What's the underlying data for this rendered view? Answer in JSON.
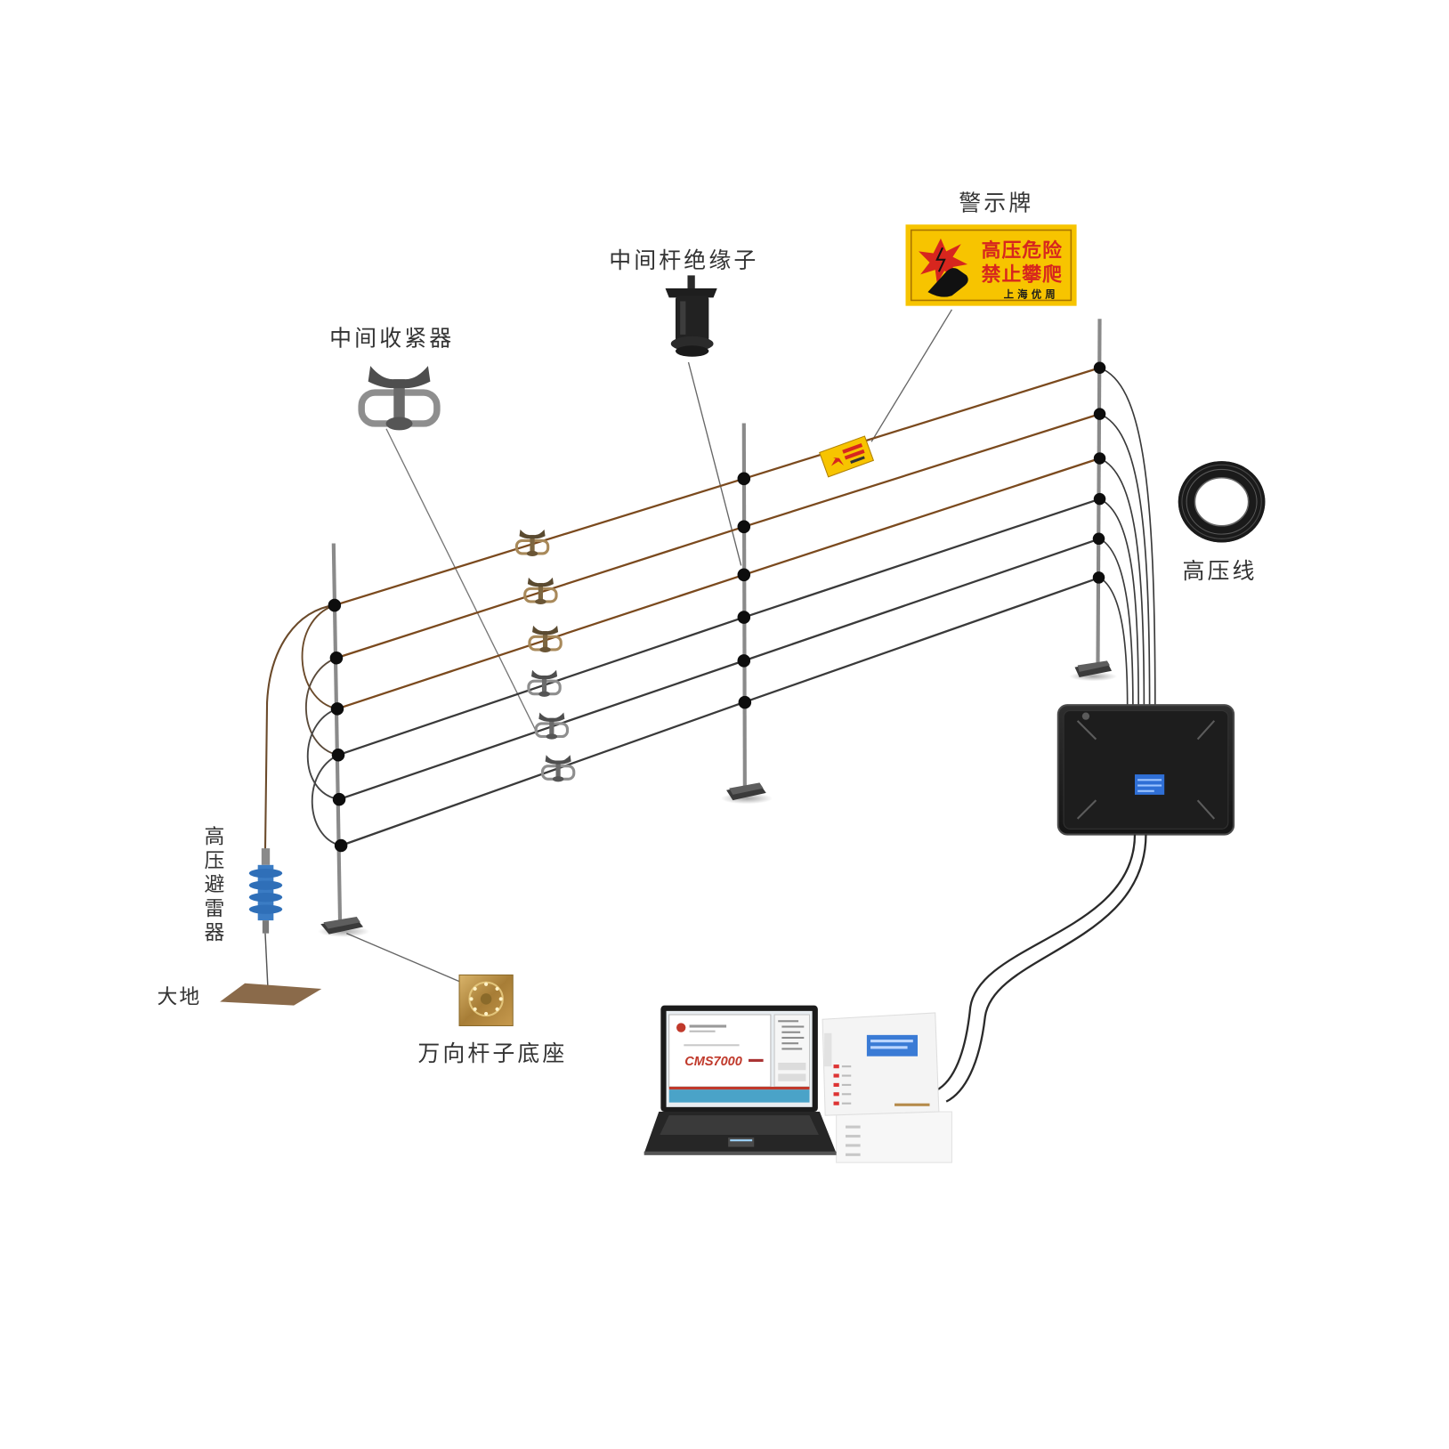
{
  "labels": {
    "warning_sign": "警示牌",
    "insulator": "中间杆绝缘子",
    "tensioner": "中间收紧器",
    "hv_wire": "高压线",
    "arrester": "高压避雷器",
    "ground": "大地",
    "base": "万向杆子底座"
  },
  "warning_sign_text": {
    "line1": "高压危险",
    "line2": "禁止攀爬",
    "line3": "上海优周"
  },
  "laptop_screen": {
    "product": "CMS7000"
  },
  "colors": {
    "sign_yellow": "#f7c400",
    "sign_red": "#d7261e",
    "copper_wire": "#7b4a1e",
    "steel_wire": "#3a3a3a",
    "arrester_blue": "#2f6fb8",
    "controller": "#1d1d1d",
    "lcd_blue": "#2f6fd6"
  },
  "icons": {
    "warning_sign": "warning-sign-icon",
    "insulator": "insulator-icon",
    "tensioner": "tensioner-icon",
    "wire_coil": "wire-coil-icon",
    "arrester": "lightning-arrester-icon",
    "ground": "ground-plate-icon",
    "base": "pole-base-icon",
    "controller": "controller-icon",
    "laptop": "laptop-icon",
    "keypad": "keypad-icon"
  }
}
